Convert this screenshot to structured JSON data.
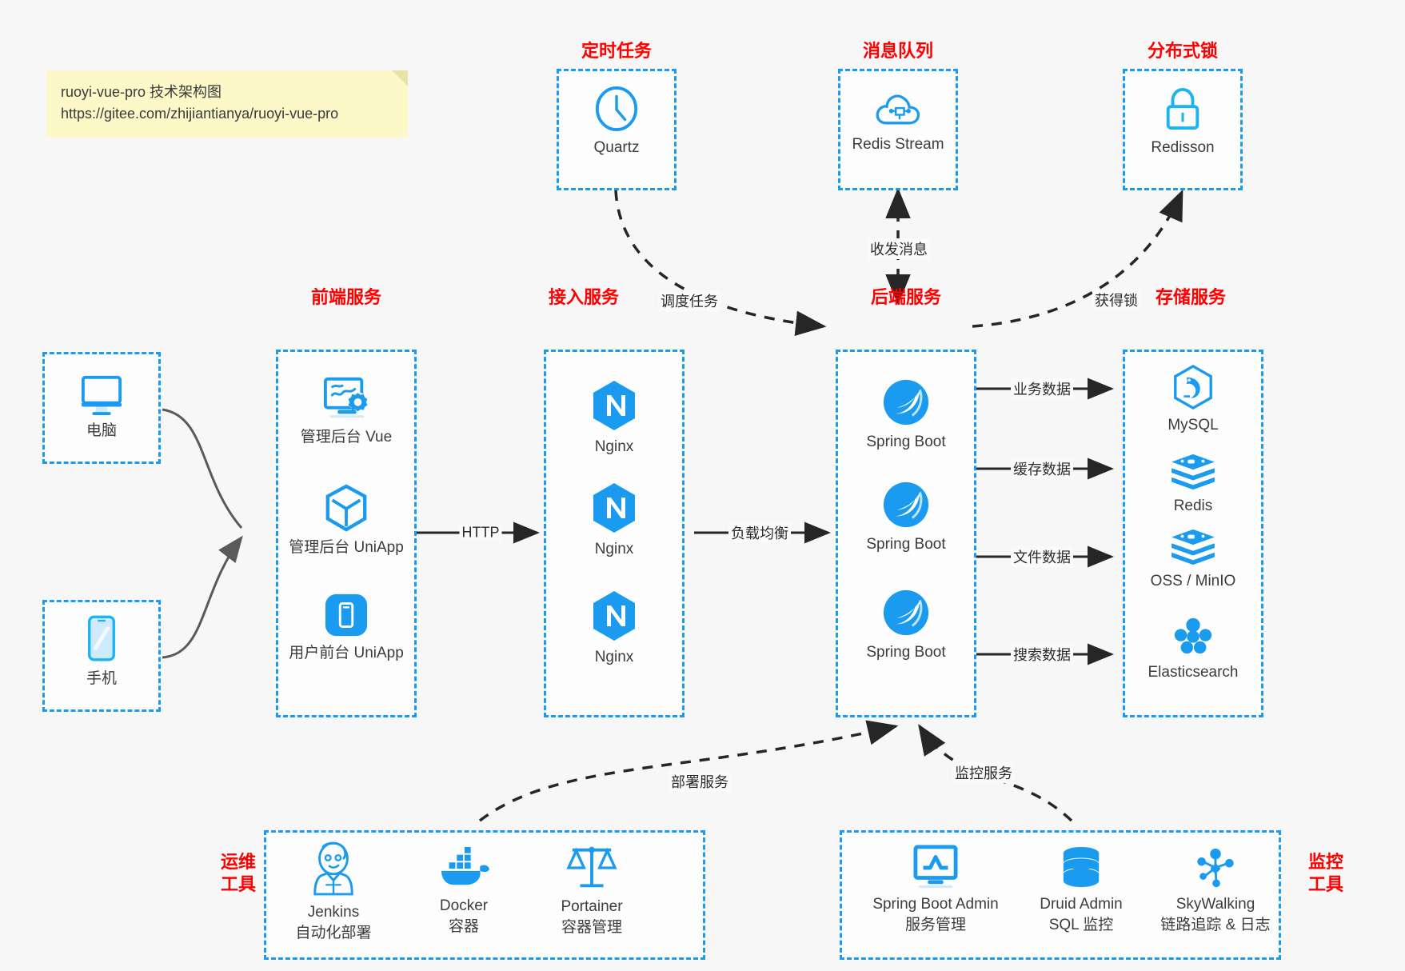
{
  "note": {
    "line1": "ruoyi-vue-pro 技术架构图",
    "line2": "https://gitee.com/zhijiantianya/ruoyi-vue-pro"
  },
  "colors": {
    "accent_blue": "#1a9bef",
    "title_red": "#ff0000",
    "arrow_dark": "#262626",
    "curve_gray": "#595959",
    "note_bg": "#fcf8c8",
    "canvas_bg": "#f7f7f7"
  },
  "groups": {
    "scheduler": {
      "title": "定时任务",
      "nodes": [
        {
          "label": "Quartz",
          "icon": "clock-icon"
        }
      ]
    },
    "mq": {
      "title": "消息队列",
      "nodes": [
        {
          "label": "Redis Stream",
          "icon": "cloud-node-icon"
        }
      ]
    },
    "lock": {
      "title": "分布式锁",
      "nodes": [
        {
          "label": "Redisson",
          "icon": "lock-icon"
        }
      ]
    },
    "clients": {
      "nodes": [
        {
          "label": "电脑",
          "icon": "desktop-monitor-icon"
        },
        {
          "label": "手机",
          "icon": "mobile-phone-icon"
        }
      ]
    },
    "frontend": {
      "title": "前端服务",
      "nodes": [
        {
          "label": "管理后台 Vue",
          "icon": "dashboard-settings-icon"
        },
        {
          "label": "管理后台 UniApp",
          "icon": "cube-icon"
        },
        {
          "label": "用户前台 UniApp",
          "icon": "app-square-icon"
        }
      ]
    },
    "gateway": {
      "title": "接入服务",
      "nodes": [
        {
          "label": "Nginx",
          "icon": "nginx-icon"
        },
        {
          "label": "Nginx",
          "icon": "nginx-icon"
        },
        {
          "label": "Nginx",
          "icon": "nginx-icon"
        }
      ]
    },
    "backend": {
      "title": "后端服务",
      "nodes": [
        {
          "label": "Spring Boot",
          "icon": "spring-boot-icon"
        },
        {
          "label": "Spring Boot",
          "icon": "spring-boot-icon"
        },
        {
          "label": "Spring Boot",
          "icon": "spring-boot-icon"
        }
      ]
    },
    "storage": {
      "title": "存储服务",
      "nodes": [
        {
          "label": "MySQL",
          "icon": "mysql-icon"
        },
        {
          "label": "Redis",
          "icon": "redis-layers-icon"
        },
        {
          "label": "OSS / MinIO",
          "icon": "oss-layers-icon"
        },
        {
          "label": "Elasticsearch",
          "icon": "elasticsearch-icon"
        }
      ]
    },
    "devops": {
      "title_line1": "运维",
      "title_line2": "工具",
      "nodes": [
        {
          "label": "Jenkins",
          "sublabel": "自动化部署",
          "icon": "jenkins-icon"
        },
        {
          "label": "Docker",
          "sublabel": "容器",
          "icon": "docker-icon"
        },
        {
          "label": "Portainer",
          "sublabel": "容器管理",
          "icon": "scales-icon"
        }
      ]
    },
    "monitor": {
      "title_line1": "监控",
      "title_line2": "工具",
      "nodes": [
        {
          "label": "Spring Boot Admin",
          "sublabel": "服务管理",
          "icon": "monitor-chart-icon"
        },
        {
          "label": "Druid Admin",
          "sublabel": "SQL 监控",
          "icon": "database-icon"
        },
        {
          "label": "SkyWalking",
          "sublabel": "链路追踪 & 日志",
          "icon": "skywalking-icon"
        }
      ]
    }
  },
  "edges": {
    "http": "HTTP",
    "load_balance": "负载均衡",
    "schedule_task": "调度任务",
    "send_receive_msg": "收发消息",
    "acquire_lock": "获得锁",
    "business_data": "业务数据",
    "cache_data": "缓存数据",
    "file_data": "文件数据",
    "search_data": "搜索数据",
    "deploy_service": "部署服务",
    "monitor_service": "监控服务"
  }
}
